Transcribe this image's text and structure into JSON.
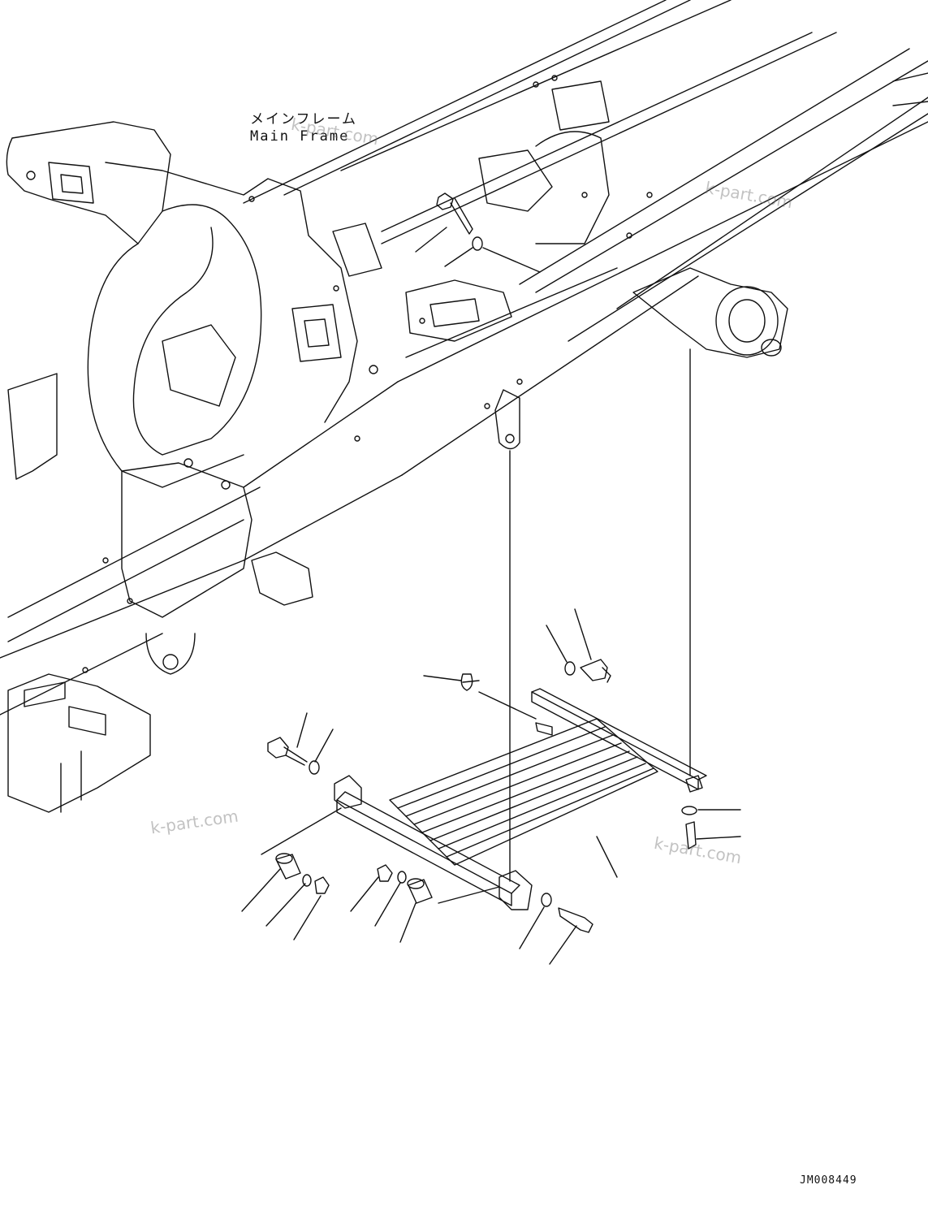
{
  "labels": {
    "main_frame_jp": "メインフレーム",
    "main_frame_en": "Main Frame",
    "drawing_code": "JM008449"
  },
  "watermarks": [
    "k-part.com",
    "k-part.com",
    "k-part.com",
    "k-part.com"
  ],
  "colors": {
    "line": "#111111",
    "background": "#ffffff",
    "watermark": "#8a8a8a"
  }
}
